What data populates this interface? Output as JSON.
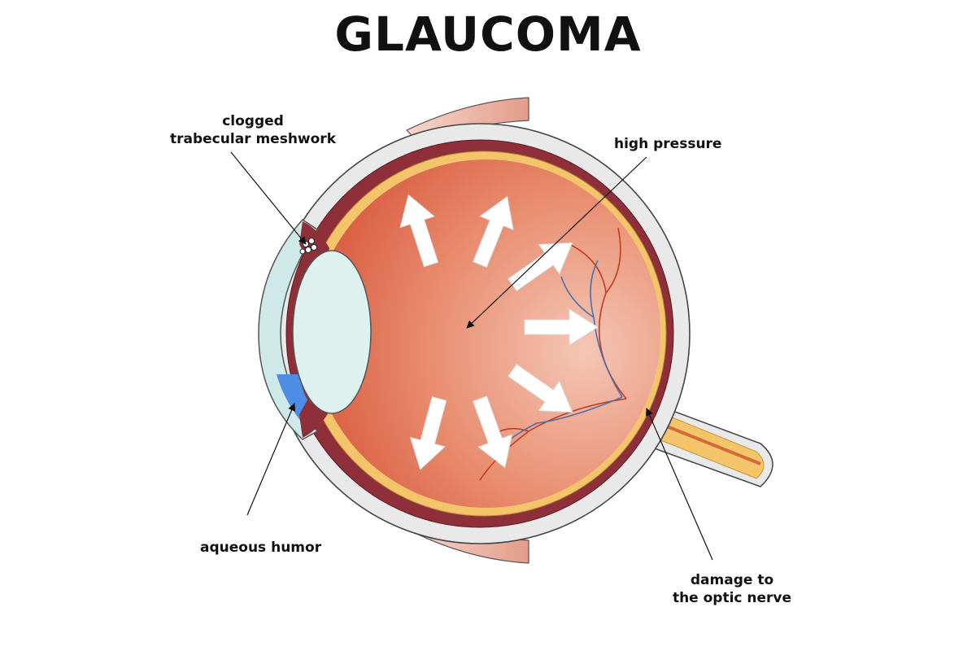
{
  "title": "GLAUCOMA",
  "labels": {
    "trabecular": {
      "line1": "clogged",
      "line2": "trabecular meshwork"
    },
    "pressure": "high pressure",
    "aqueous": "aqueous humor",
    "optic": {
      "line1": "damage to",
      "line2": "the optic nerve"
    }
  },
  "colors": {
    "sclera": "#e9e9e9",
    "choroid": "#8e2f3a",
    "retina": "#f3c46a",
    "vitreous_dark": "#d8573c",
    "vitreous_light": "#f2c0ad",
    "lens": "#dff1ee",
    "cornea": "#cfe9e8",
    "aqueous": "#4e8de6",
    "vessel_red": "#c43b22",
    "vessel_blue": "#4d6fa6",
    "muscle": "#e8a897",
    "arrow": "#ffffff",
    "outline": "#333333"
  }
}
